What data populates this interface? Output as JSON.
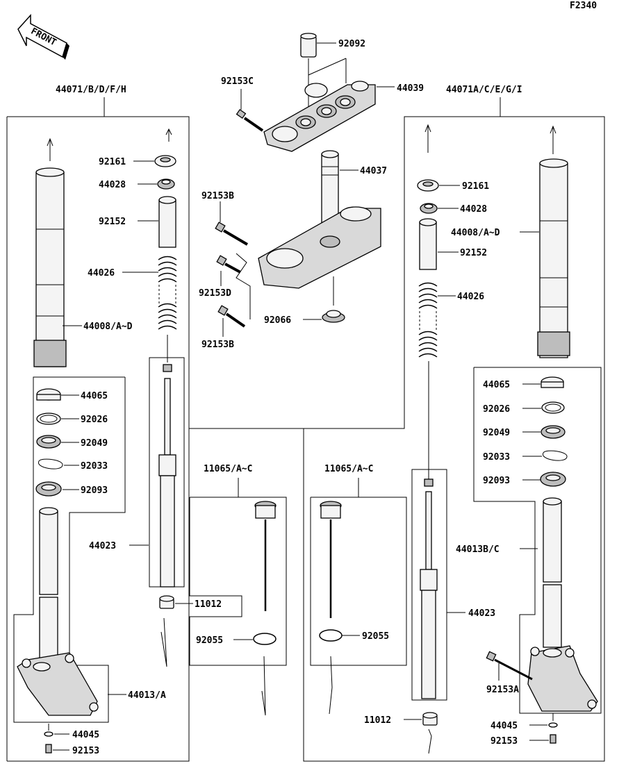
{
  "figure_code": "F2340",
  "front_label": "FRONT",
  "labels": {
    "l92092": "92092",
    "l92153C": "92153C",
    "l44039": "44039",
    "l44071L": "44071/B/D/F/H",
    "l44071R": "44071A/C/E/G/I",
    "l44037": "44037",
    "l92153B_top": "92153B",
    "l92153D": "92153D",
    "l92066": "92066",
    "l92153B_bot": "92153B",
    "L_92161": "92161",
    "L_44028": "44028",
    "L_92152": "92152",
    "L_44026": "44026",
    "L_44008": "44008/A~D",
    "L_44065": "44065",
    "L_92026": "92026",
    "L_92049": "92049",
    "L_92033": "92033",
    "L_92093": "92093",
    "L_44023": "44023",
    "L_11012": "11012",
    "L_11065": "11065/A~C",
    "L_92055": "92055",
    "L_44013": "44013/A",
    "L_44045": "44045",
    "L_92153": "92153",
    "R_92161": "92161",
    "R_44028": "44028",
    "R_44008": "44008/A~D",
    "R_92152": "92152",
    "R_44026": "44026",
    "R_44065": "44065",
    "R_92026": "92026",
    "R_92049": "92049",
    "R_92033": "92033",
    "R_92093": "92093",
    "R_44013": "44013B/C",
    "R_44023": "44023",
    "R_92153A": "92153A",
    "R_44045": "44045",
    "R_92153": "92153",
    "R_11065": "11065/A~C",
    "R_92055": "92055",
    "R_11012": "11012"
  }
}
